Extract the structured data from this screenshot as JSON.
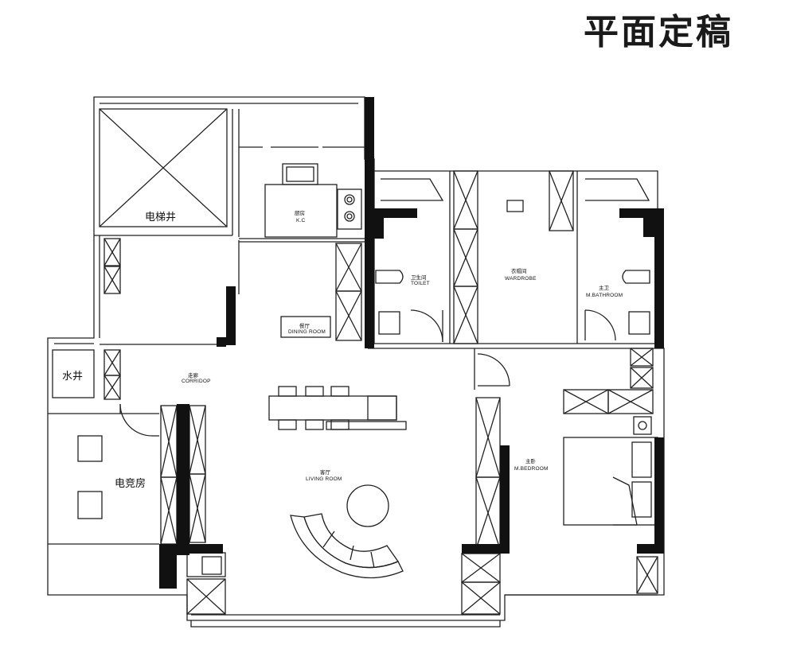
{
  "title": "平面定稿",
  "rooms": {
    "elevator": "电梯井",
    "kitchen_cn": "厨房",
    "kitchen_en": "K.C",
    "dining_cn": "餐厅",
    "dining_en": "DINING ROOM",
    "toilet_cn": "卫生间",
    "toilet_en": "TOILET",
    "wardrobe_cn": "衣帽间",
    "wardrobe_en": "WARDROBE",
    "mbath_cn": "主卫",
    "mbath_en": "M.BATHROOM",
    "water_well": "水井",
    "corridor_cn": "走廊",
    "corridor_en": "CORRIDOP",
    "esports": "电竞房",
    "living_cn": "客厅",
    "living_en": "LIVING ROOM",
    "mbedroom_cn": "主卧",
    "mbedroom_en": "M.BEDROOM"
  }
}
